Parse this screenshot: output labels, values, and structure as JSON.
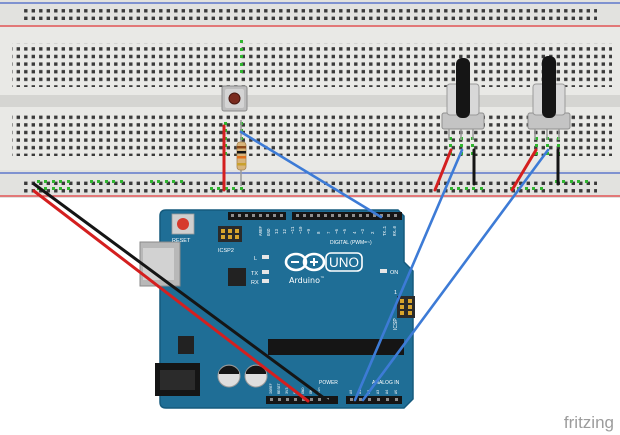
{
  "arduino": {
    "model_badge": "UNO",
    "brand": "Arduino",
    "brand_mark": "™",
    "reset_label": "RESET",
    "icsp2_label": "ICSP2",
    "led_labels": [
      "L",
      "TX",
      "RX"
    ],
    "on_label": "ON",
    "digital_header": "DIGITAL (PWM=~)",
    "aref_label": "AREF",
    "gnd_label": "GND",
    "digital_pin_labels": [
      "13",
      "12",
      "~11",
      "~10",
      "~9",
      "8",
      "7",
      "~6",
      "~5",
      "4",
      "~3",
      "2",
      "TX→1",
      "RX←0"
    ],
    "power_label": "POWER",
    "analog_label": "ANALOG IN",
    "analog_pin_labels": [
      "A0",
      "A1",
      "A2",
      "A3",
      "A4",
      "A5"
    ],
    "power_pin_labels": [
      "IOREF",
      "RESET",
      "3V3",
      "5V",
      "GND",
      "GND",
      "Vin"
    ],
    "icsp_label": "ICSP",
    "icsp_pin_label": "1"
  },
  "footer": {
    "brand": "fritzing"
  },
  "colors": {
    "board": "#1f6e96",
    "board_edge": "#155a7d",
    "wire_red": "#d41f1f",
    "wire_black": "#151515",
    "wire_blue": "#3d7bd6",
    "breadboard": "#e9e9e6",
    "rail_red": "#e23a3a",
    "rail_blue": "#4463c8",
    "hole_green": "#2fb52f",
    "resistor": "#d8b57c"
  },
  "components": {
    "pushbutton": "pushbutton-icon",
    "resistor": "resistor-icon",
    "potentiometer_count": 2
  }
}
